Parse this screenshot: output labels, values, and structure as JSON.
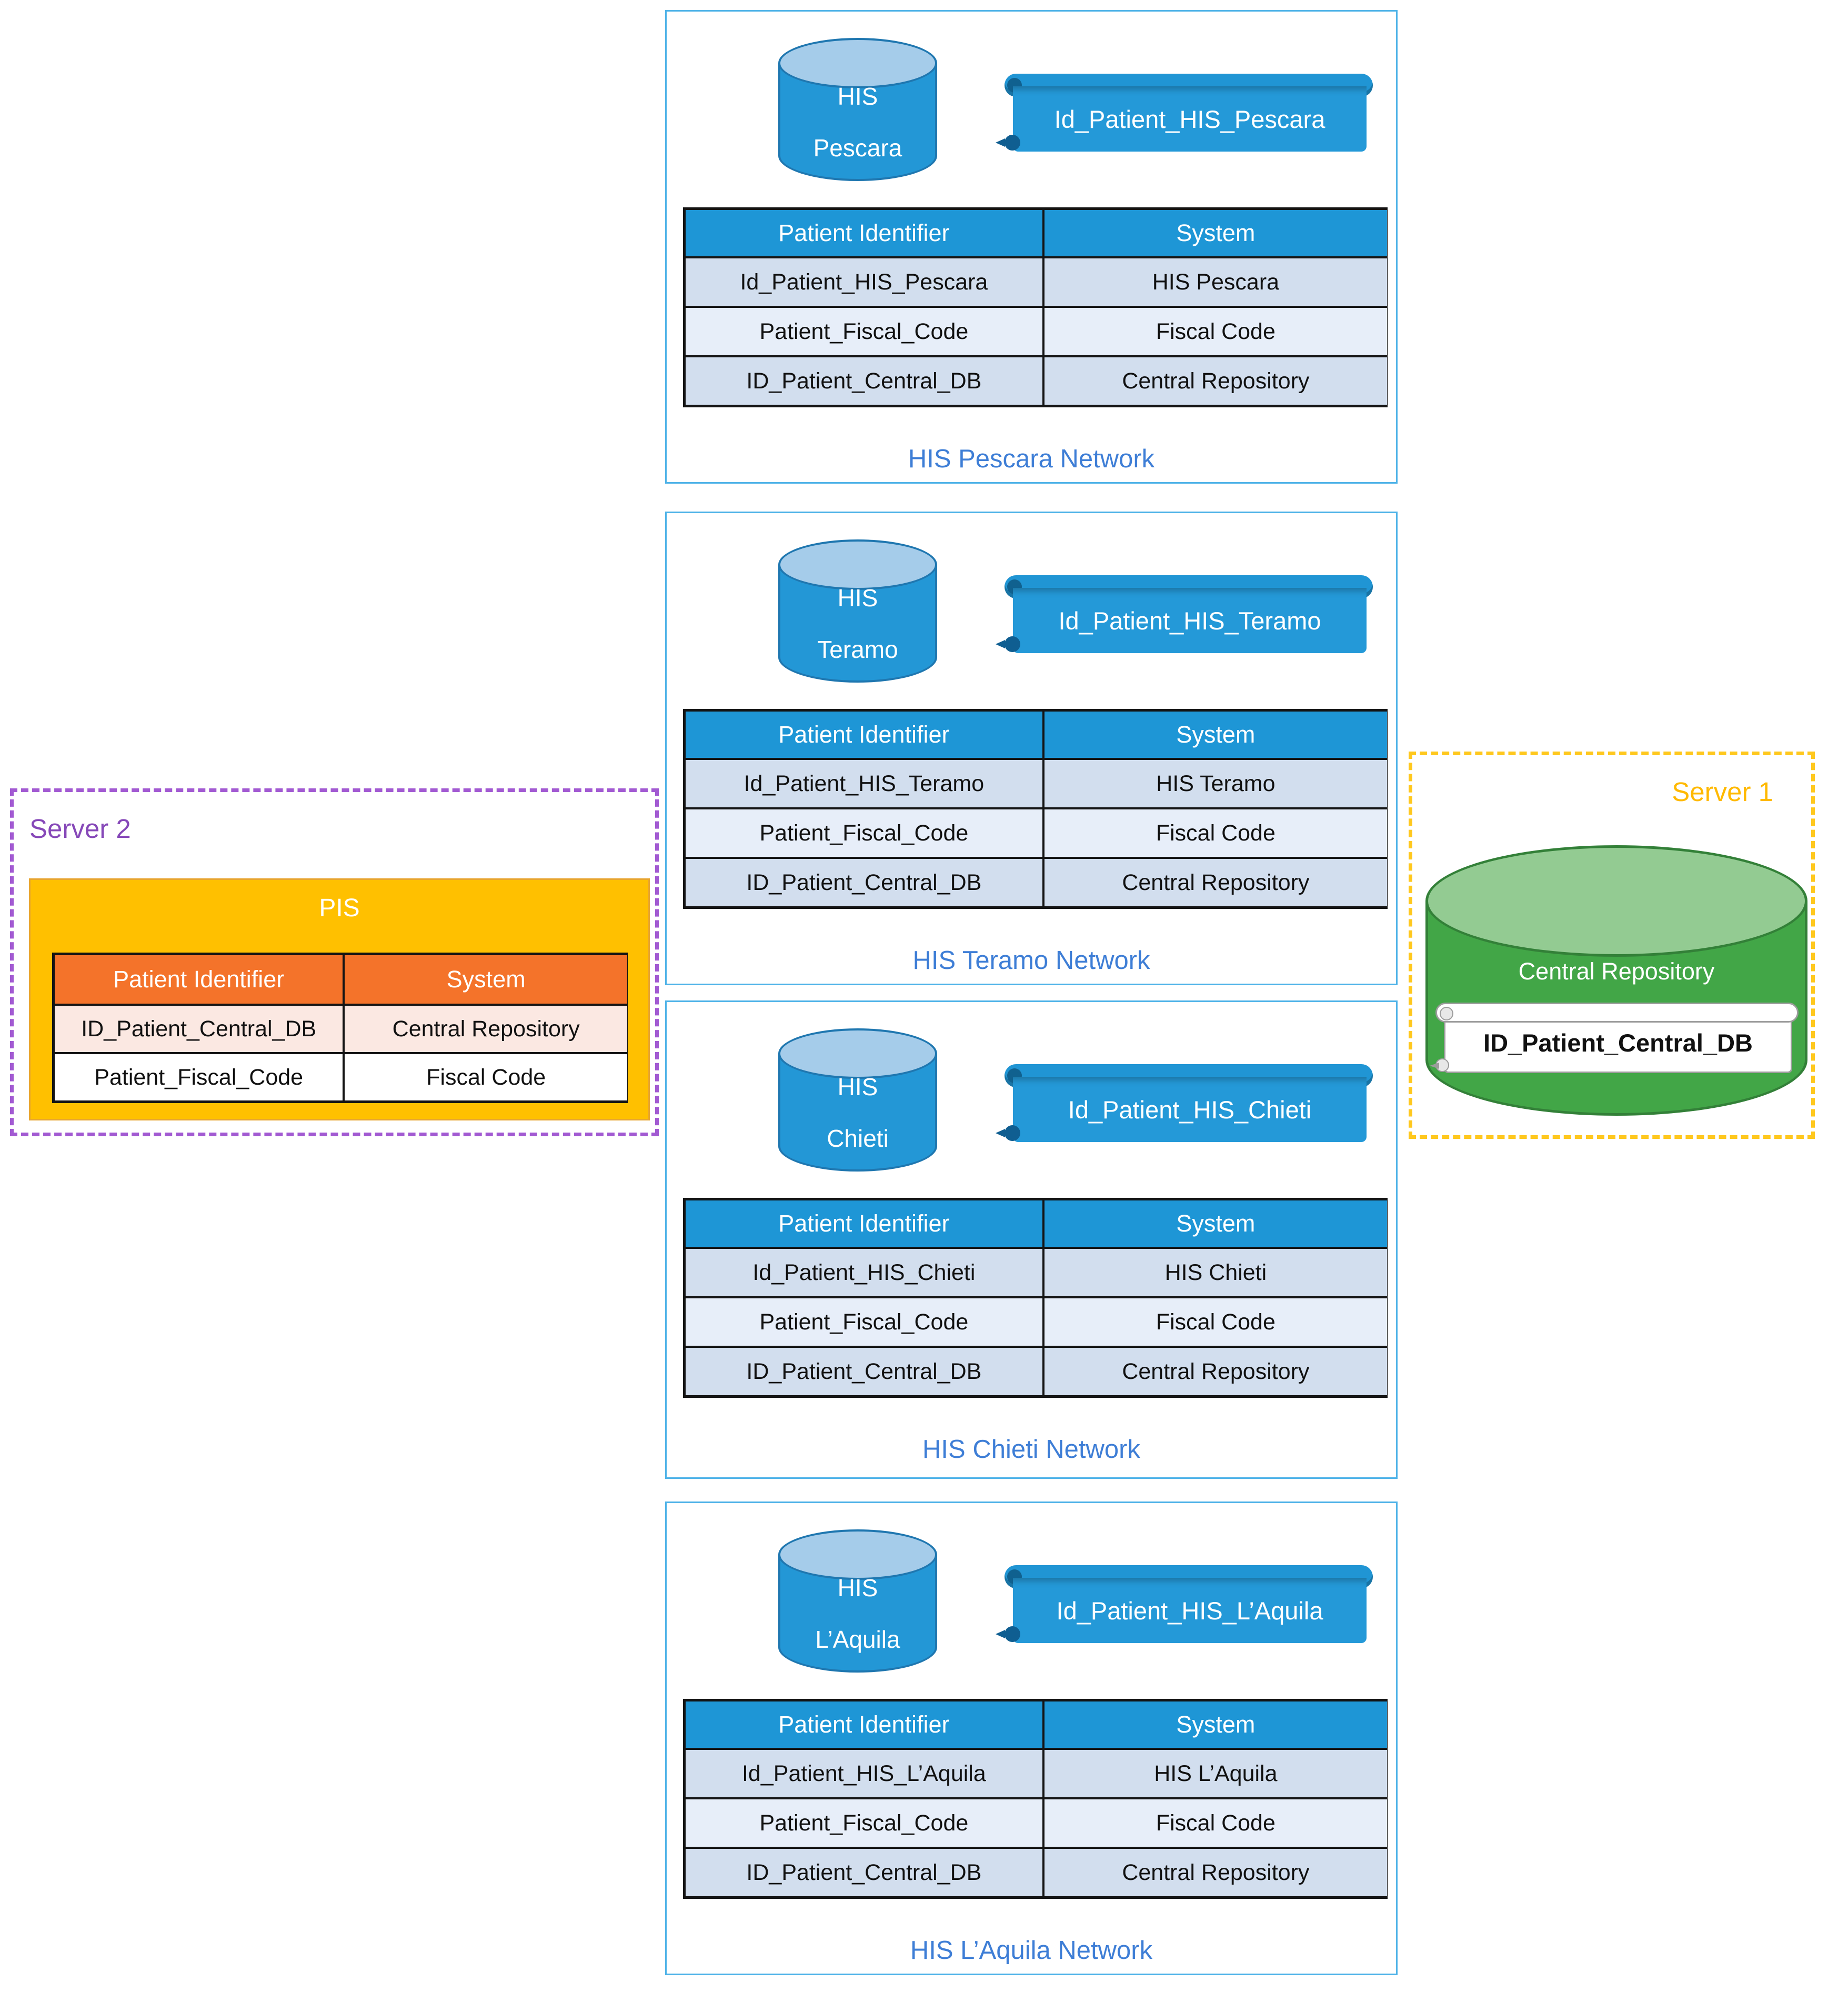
{
  "colors": {
    "primary_blue": "#2397D6",
    "cylinder_top_blue": "#A5CCEA",
    "table_header_blue": "#1E96D6",
    "row_alt_dark": "#D2DEEE",
    "row_alt_light": "#E7EEF9",
    "network_border_blue": "#4FB3E8",
    "caption_blue": "#3E7ED6",
    "server1_gold": "#FFB900",
    "pis_gold": "#FFC000",
    "pis_header_orange": "#F4732A",
    "pis_row_pink": "#FBE8E2",
    "server2_purple": "#8648B8",
    "repo_green": "#42A647",
    "repo_green_top": "#93CB92"
  },
  "networks": [
    {
      "cylinder_line1": "HIS",
      "cylinder_line2": "Pescara",
      "tag": "Id_Patient_HIS_Pescara",
      "caption": "HIS Pescara Network",
      "table": {
        "headers": [
          "Patient Identifier",
          "System"
        ],
        "rows": [
          [
            "Id_Patient_HIS_Pescara",
            "HIS Pescara"
          ],
          [
            "Patient_Fiscal_Code",
            "Fiscal Code"
          ],
          [
            "ID_Patient_Central_DB",
            "Central Repository"
          ]
        ]
      }
    },
    {
      "cylinder_line1": "HIS",
      "cylinder_line2": "Teramo",
      "tag": "Id_Patient_HIS_Teramo",
      "caption": "HIS Teramo Network",
      "table": {
        "headers": [
          "Patient Identifier",
          "System"
        ],
        "rows": [
          [
            "Id_Patient_HIS_Teramo",
            "HIS Teramo"
          ],
          [
            "Patient_Fiscal_Code",
            "Fiscal Code"
          ],
          [
            "ID_Patient_Central_DB",
            "Central Repository"
          ]
        ]
      }
    },
    {
      "cylinder_line1": "HIS",
      "cylinder_line2": "Chieti",
      "tag": "Id_Patient_HIS_Chieti",
      "caption": "HIS Chieti Network",
      "table": {
        "headers": [
          "Patient Identifier",
          "System"
        ],
        "rows": [
          [
            "Id_Patient_HIS_Chieti",
            "HIS Chieti"
          ],
          [
            "Patient_Fiscal_Code",
            "Fiscal Code"
          ],
          [
            "ID_Patient_Central_DB",
            "Central Repository"
          ]
        ]
      }
    },
    {
      "cylinder_line1": "HIS",
      "cylinder_line2": "L’Aquila",
      "tag": "Id_Patient_HIS_L’Aquila",
      "caption": "HIS L’Aquila Network",
      "table": {
        "headers": [
          "Patient Identifier",
          "System"
        ],
        "rows": [
          [
            "Id_Patient_HIS_L’Aquila",
            "HIS L’Aquila"
          ],
          [
            "Patient_Fiscal_Code",
            "Fiscal Code"
          ],
          [
            "ID_Patient_Central_DB",
            "Central Repository"
          ]
        ]
      }
    }
  ],
  "server1": {
    "label": "Server 1",
    "cylinder_label": "Central Repository",
    "tag": "ID_Patient_Central_DB"
  },
  "server2": {
    "label": "Server 2",
    "pis_title": "PIS",
    "table": {
      "headers": [
        "Patient Identifier",
        "System"
      ],
      "rows": [
        [
          "ID_Patient_Central_DB",
          "Central Repository"
        ],
        [
          "Patient_Fiscal_Code",
          "Fiscal Code"
        ]
      ]
    }
  }
}
